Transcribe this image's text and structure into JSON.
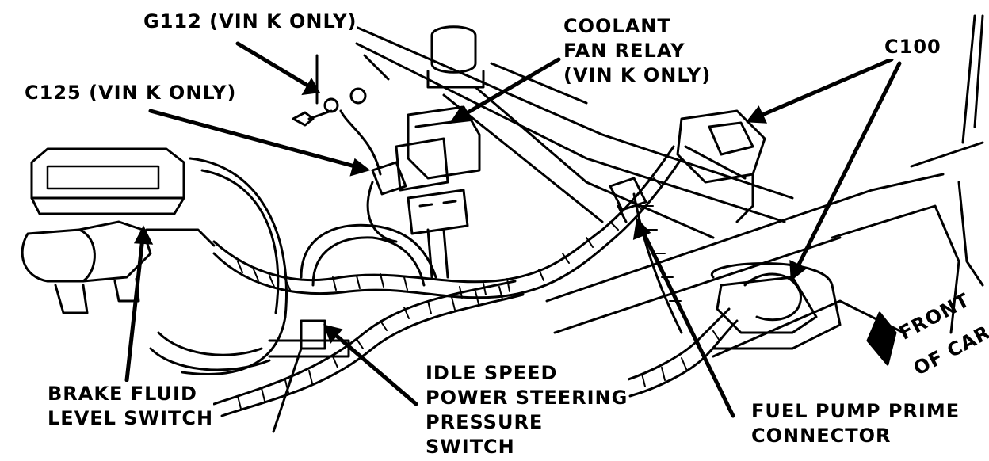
{
  "labels": {
    "g112": "G112 (VIN K ONLY)",
    "c125": "C125 (VIN K ONLY)",
    "coolant_fan_relay": [
      "COOLANT",
      "FAN RELAY",
      "(VIN K ONLY)"
    ],
    "c100": "C100",
    "brake_fluid_level_switch": [
      "BRAKE FLUID",
      "LEVEL SWITCH"
    ],
    "idle_speed_power_steering_pressure_switch": [
      "IDLE SPEED",
      "POWER STEERING",
      "PRESSURE",
      "SWITCH"
    ],
    "fuel_pump_prime_connector": [
      "FUEL PUMP PRIME",
      "CONNECTOR"
    ],
    "front_of_car": [
      "FRONT",
      "OF CAR"
    ]
  }
}
